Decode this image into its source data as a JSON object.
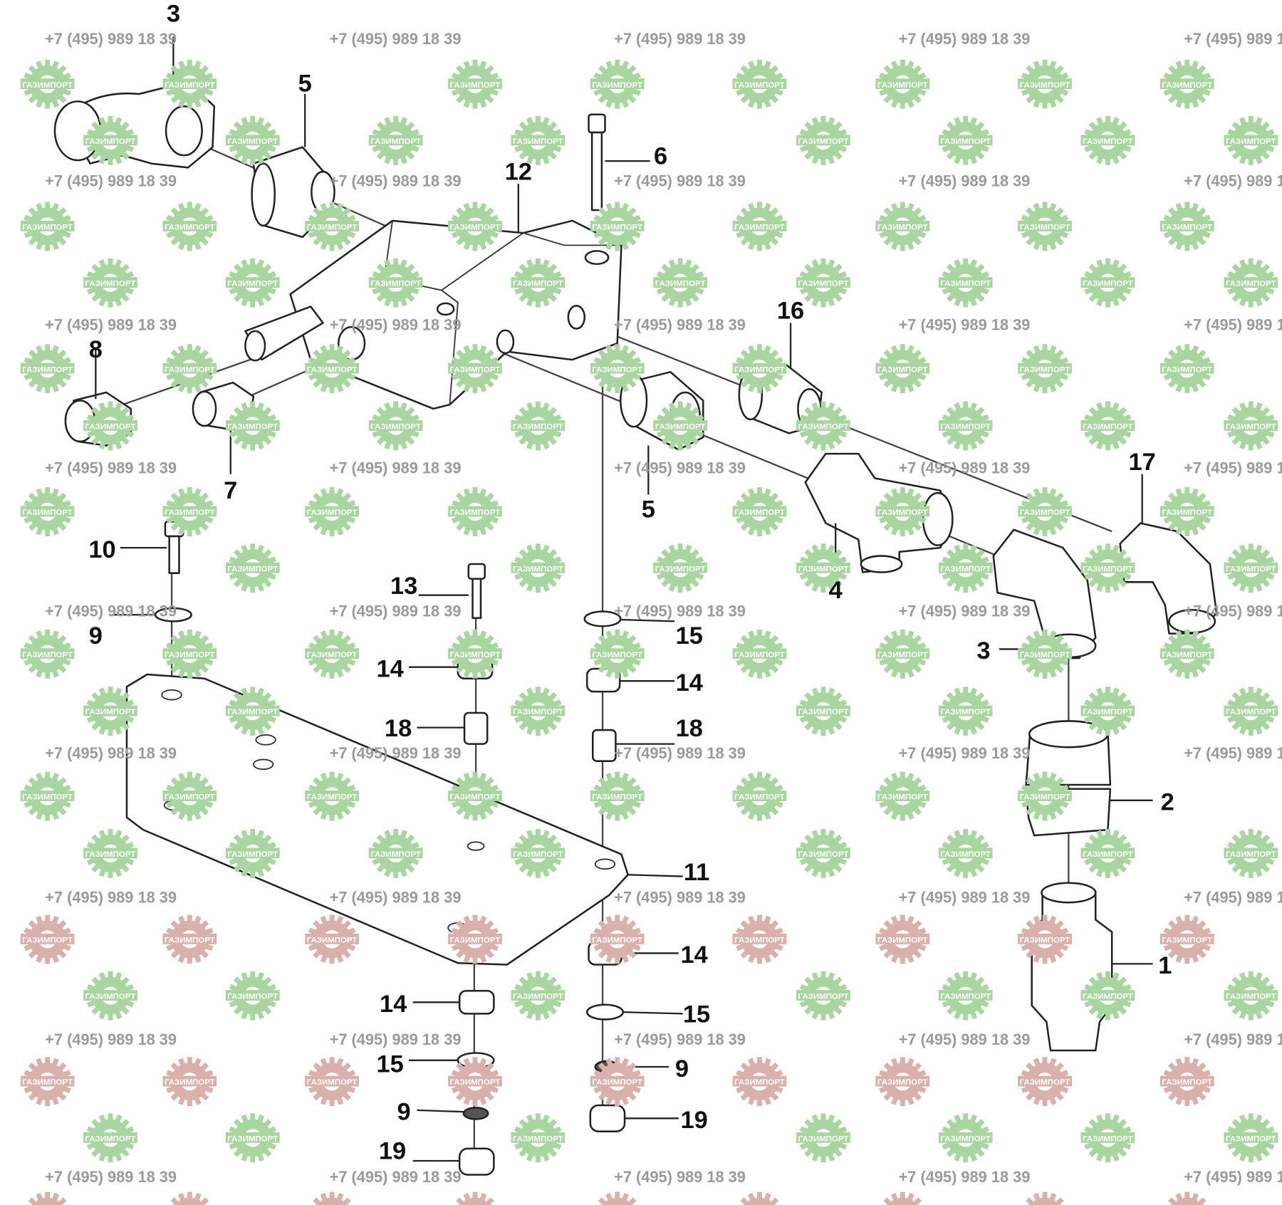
{
  "watermark": {
    "phone": "+7 (495) 989 18 39",
    "brand": "ГАЗИМПОРТ",
    "green": "#a9d6a0",
    "red": "#d9b0ac"
  },
  "callouts": [
    {
      "label": "3",
      "part": "elbow-fitting-top"
    },
    {
      "label": "5",
      "part": "adapter-top"
    },
    {
      "label": "12",
      "part": "valve-block"
    },
    {
      "label": "6",
      "part": "long-bolt"
    },
    {
      "label": "16",
      "part": "adapter-right"
    },
    {
      "label": "8",
      "part": "adapter-left"
    },
    {
      "label": "7",
      "part": "adapter-small"
    },
    {
      "label": "5",
      "part": "adapter-middle"
    },
    {
      "label": "17",
      "part": "elbow-right"
    },
    {
      "label": "4",
      "part": "tee-fitting"
    },
    {
      "label": "10",
      "part": "bolt-left"
    },
    {
      "label": "9",
      "part": "washer-left"
    },
    {
      "label": "13",
      "part": "bolt-middle"
    },
    {
      "label": "15",
      "part": "washer-right-top"
    },
    {
      "label": "14",
      "part": "bushing-middle-top"
    },
    {
      "label": "14",
      "part": "bushing-right-top"
    },
    {
      "label": "18",
      "part": "spacer-middle"
    },
    {
      "label": "18",
      "part": "spacer-right"
    },
    {
      "label": "2",
      "part": "union-nut"
    },
    {
      "label": "11",
      "part": "mounting-plate"
    },
    {
      "label": "1",
      "part": "coupling"
    },
    {
      "label": "14",
      "part": "bushing-right-bottom"
    },
    {
      "label": "14",
      "part": "bushing-middle-bottom"
    },
    {
      "label": "15",
      "part": "washer-right-bottom"
    },
    {
      "label": "15",
      "part": "washer-middle-bottom"
    },
    {
      "label": "9",
      "part": "lock-washer-right"
    },
    {
      "label": "9",
      "part": "lock-washer-middle"
    },
    {
      "label": "19",
      "part": "nut-right"
    },
    {
      "label": "19",
      "part": "nut-middle"
    },
    {
      "label": "3",
      "part": "elbow-fitting-right"
    }
  ]
}
